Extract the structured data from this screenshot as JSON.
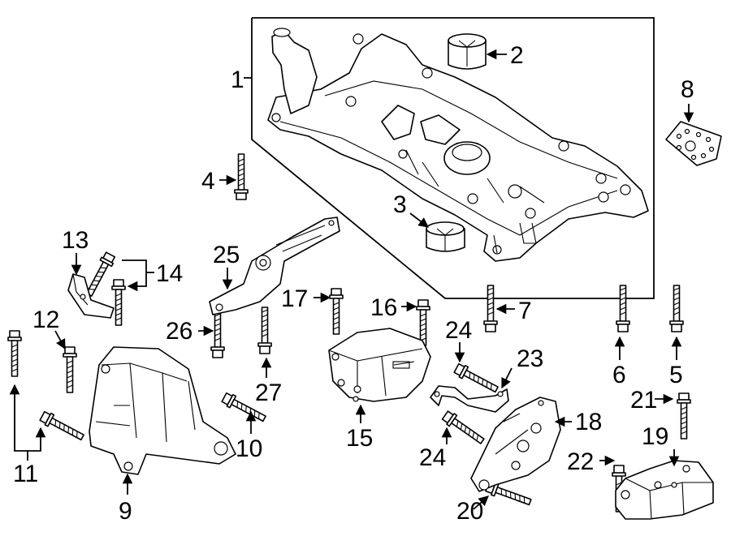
{
  "diagram": {
    "callouts": [
      {
        "id": "c1",
        "label": "1"
      },
      {
        "id": "c2",
        "label": "2"
      },
      {
        "id": "c3",
        "label": "3"
      },
      {
        "id": "c4",
        "label": "4"
      },
      {
        "id": "c5",
        "label": "5"
      },
      {
        "id": "c6",
        "label": "6"
      },
      {
        "id": "c7",
        "label": "7"
      },
      {
        "id": "c8",
        "label": "8"
      },
      {
        "id": "c9",
        "label": "9"
      },
      {
        "id": "c10",
        "label": "10"
      },
      {
        "id": "c11",
        "label": "11"
      },
      {
        "id": "c12",
        "label": "12"
      },
      {
        "id": "c13",
        "label": "13"
      },
      {
        "id": "c14",
        "label": "14"
      },
      {
        "id": "c15",
        "label": "15"
      },
      {
        "id": "c16",
        "label": "16"
      },
      {
        "id": "c17",
        "label": "17"
      },
      {
        "id": "c18",
        "label": "18"
      },
      {
        "id": "c19",
        "label": "19"
      },
      {
        "id": "c20",
        "label": "20"
      },
      {
        "id": "c21",
        "label": "21"
      },
      {
        "id": "c22",
        "label": "22"
      },
      {
        "id": "c23",
        "label": "23"
      },
      {
        "id": "c24a",
        "label": "24"
      },
      {
        "id": "c24b",
        "label": "24"
      },
      {
        "id": "c25",
        "label": "25"
      },
      {
        "id": "c26",
        "label": "26"
      },
      {
        "id": "c27",
        "label": "27"
      }
    ]
  }
}
